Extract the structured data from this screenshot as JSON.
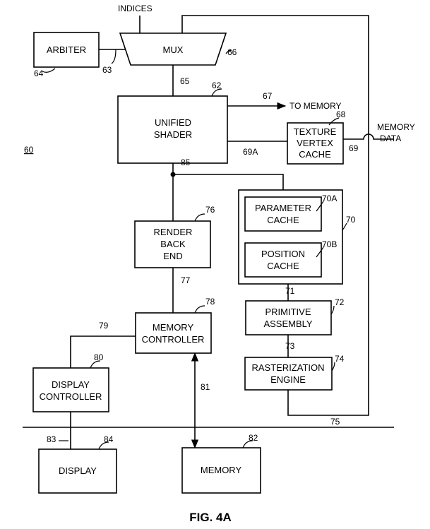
{
  "diagram": {
    "figure_label": "FIG. 4A",
    "system_ref": "60",
    "inputs": {
      "indices": "INDICES",
      "memory_data_line1": "MEMORY",
      "memory_data_line2": "DATA",
      "to_memory": "TO MEMORY"
    },
    "blocks": {
      "arbiter": {
        "label": "ARBITER",
        "ref": "64"
      },
      "mux": {
        "label": "MUX",
        "ref": "66"
      },
      "unified_shader": {
        "line1": "UNIFIED",
        "line2": "SHADER",
        "ref": "62"
      },
      "texture_vertex_cache": {
        "line1": "TEXTURE",
        "line2": "VERTEX",
        "line3": "CACHE",
        "ref": "68"
      },
      "cache_group": {
        "ref": "70"
      },
      "parameter_cache": {
        "line1": "PARAMETER",
        "line2": "CACHE",
        "ref": "70A"
      },
      "position_cache": {
        "line1": "POSITION",
        "line2": "CACHE",
        "ref": "70B"
      },
      "render_back_end": {
        "line1": "RENDER",
        "line2": "BACK",
        "line3": "END",
        "ref": "76"
      },
      "primitive_assembly": {
        "line1": "PRIMITIVE",
        "line2": "ASSEMBLY",
        "ref": "72"
      },
      "memory_controller": {
        "line1": "MEMORY",
        "line2": "CONTROLLER",
        "ref": "78"
      },
      "rasterization_engine": {
        "line1": "RASTERIZATION",
        "line2": "ENGINE",
        "ref": "74"
      },
      "display_controller": {
        "line1": "DISPLAY",
        "line2": "CONTROLLER",
        "ref": "80"
      },
      "display": {
        "label": "DISPLAY",
        "ref": "84"
      },
      "memory": {
        "label": "MEMORY",
        "ref": "82"
      }
    },
    "connections": {
      "arbiter_mux": "63",
      "mux_shader": "65",
      "shader_to_memory": "67",
      "shader_texture": "69A",
      "memory_data_texture": "69",
      "shader_output": "85",
      "cache_primitive": "71",
      "render_memctrl": "77",
      "memctrl_display": "79",
      "memctrl_memory": "81",
      "primitive_raster": "73",
      "raster_feedback": "75",
      "display_bus": "83"
    }
  }
}
